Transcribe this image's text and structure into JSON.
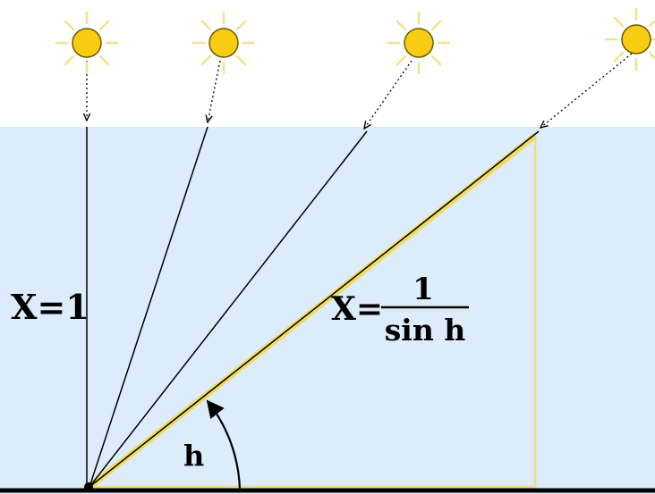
{
  "labels": {
    "x_vertical": "X=1",
    "x_prefix": "X=",
    "numerator": "1",
    "denominator": "sin h",
    "angle": "h"
  },
  "colors": {
    "sky": "#ffffff",
    "atmosphere": "#dcecfb",
    "sun_fill": "#f7cc12",
    "sun_rays": "#f2e290",
    "slant_highlight": "#f0dc62",
    "triangle_outline": "#eedf84",
    "ray_line": "#000000",
    "ground": "#000000"
  },
  "icons": [
    "sun-icon",
    "sun-icon",
    "sun-icon",
    "sun-icon",
    "arrowhead-icon"
  ]
}
